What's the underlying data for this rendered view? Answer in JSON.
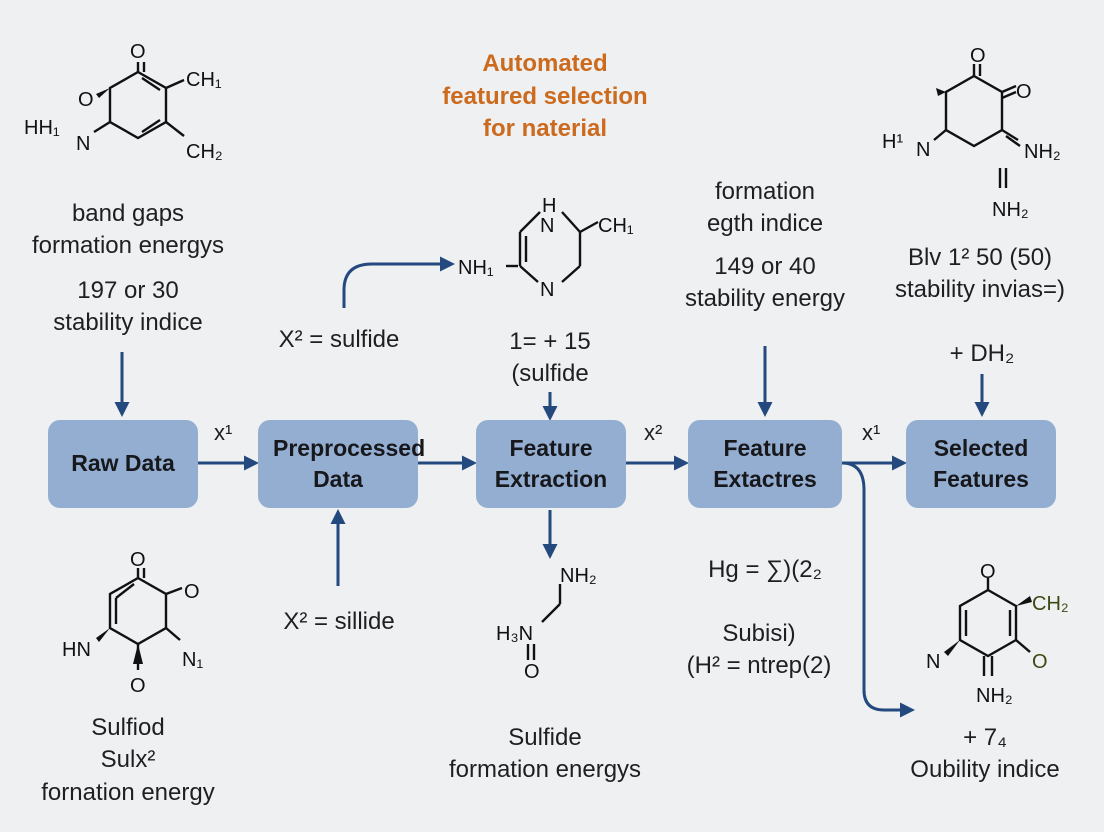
{
  "title": "Automated featured selection for naterial",
  "flow": {
    "boxes": [
      {
        "label": "Raw Data"
      },
      {
        "label": "Preprocessed Data"
      },
      {
        "label": "Feature Extraction"
      },
      {
        "label": "Feature Extactres"
      },
      {
        "label": "Selected Features"
      }
    ],
    "edge_labels": [
      "x¹",
      "x²",
      "x¹"
    ]
  },
  "annotations": {
    "top_left": [
      "band gaps",
      "formation energys",
      "197 or 30",
      "stability indice"
    ],
    "x2_sulfide": "X² = sulfide",
    "one_plus_15": [
      "1= + 15",
      "(sulfide"
    ],
    "formation_eg": [
      "formation",
      "egth indice",
      "149 or 40",
      "stability energy"
    ],
    "top_right": [
      "Blv 1² 50 (50)",
      "stability invias=)"
    ],
    "plus_dh2": "+ DH₂",
    "x2_sillide": "X² = sillide",
    "hg_formula": "Hg = ∑)(2₂",
    "subisi": [
      "Subisi)",
      "(H² = ntrep(2)"
    ],
    "bottom_left": [
      "Sulfiod",
      "Sulx²",
      "fornation energy"
    ],
    "bottom_center": [
      "Sulfide",
      "formation energys"
    ],
    "bottom_right": [
      "+ 7₄",
      "Oubility indice"
    ]
  },
  "molecules": {
    "m1": {
      "o_top": "O",
      "o_left": "O",
      "hh1": "HH₁",
      "n": "N",
      "ch1": "CH₁",
      "ch2": "CH₂"
    },
    "m2": {
      "h": "H",
      "n_top": "N",
      "n_bottom": "N",
      "ch1": "CH₁",
      "nh1": "NH₁"
    },
    "m3": {
      "o_top": "O",
      "o_right": "O",
      "h1": "H¹",
      "n": "N",
      "nh2": "NH₂",
      "nh2_bottom": "NH₂"
    },
    "m4": {
      "o_top": "O",
      "o_right": "O",
      "hn": "HN",
      "n1": "N₁",
      "o_bottom": "O"
    },
    "m5": {
      "nh2": "NH₂",
      "h3n": "H₃N",
      "o": "O"
    },
    "m6": {
      "o_top": "O",
      "ch2": "CH₂",
      "o_right": "O",
      "n": "N",
      "nh2": "NH₂"
    }
  },
  "colors": {
    "box": "#94aed2",
    "arrow": "#23497e",
    "title": "#cc6a1e",
    "background": "#eef0f2"
  }
}
